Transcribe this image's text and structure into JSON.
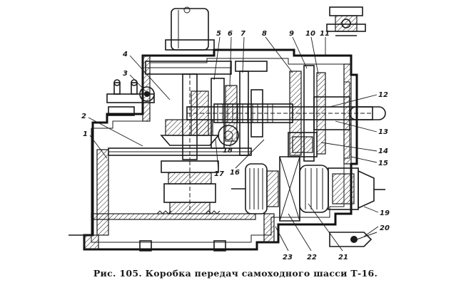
{
  "caption": "Рис. 105. Коробка передач самоходного шасси Т-16.",
  "callouts": [
    "1",
    "2",
    "3",
    "4",
    "5",
    "6",
    "7",
    "8",
    "9",
    "10",
    "11",
    "12",
    "13",
    "14",
    "15",
    "16",
    "17",
    "18",
    "19",
    "20",
    "21",
    "22",
    "23"
  ],
  "colors": {
    "ink": "#1a1a1a",
    "paper": "#ffffff"
  }
}
